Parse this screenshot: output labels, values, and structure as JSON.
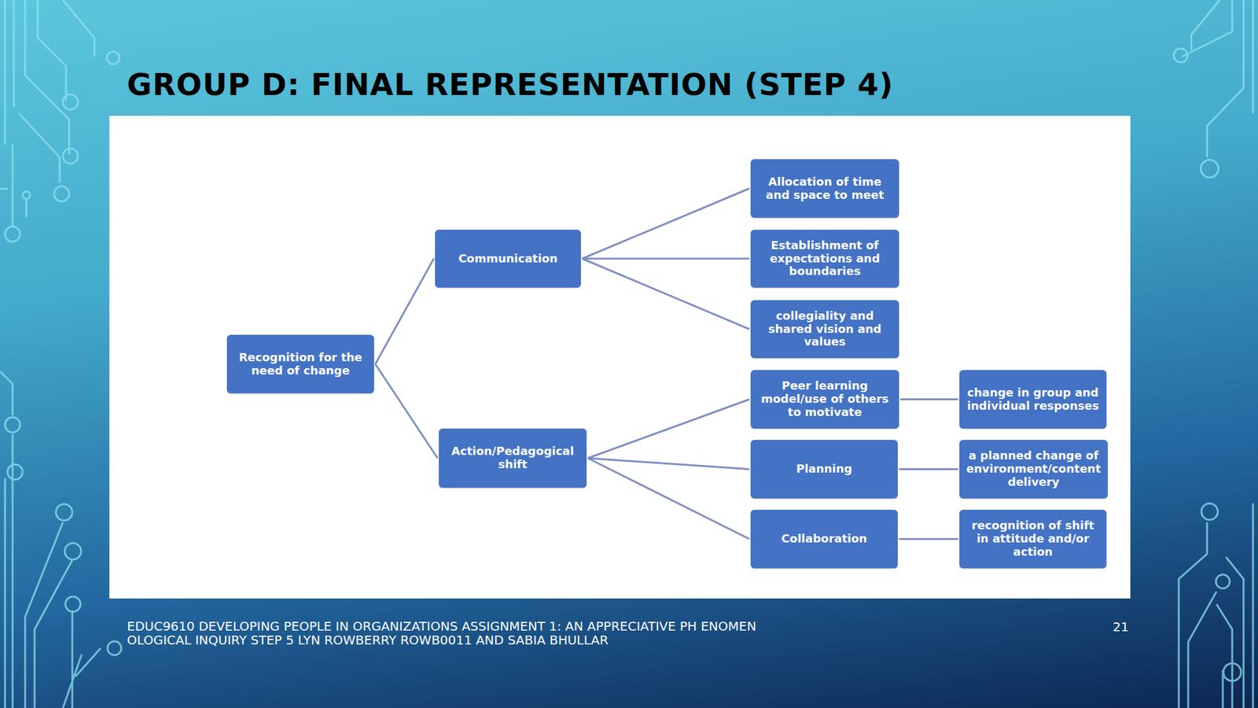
{
  "diagram": {
    "title": "GROUP D: FINAL REPRESENTATION (STEP 4)",
    "nodes": [
      {
        "text": [
          "Recognition for the need of change"
        ]
      },
      {
        "text": [
          "Communication"
        ]
      },
      {
        "text": [
          "Action/Pedagogical shift"
        ]
      },
      {
        "text": [
          "Allocation of time and space to meet"
        ]
      },
      {
        "text": [
          "Establishment of expectations and boundaries"
        ]
      },
      {
        "text": [
          "collegiality and shared vision and values"
        ]
      },
      {
        "text": [
          "Peer learning model/use of others to motivate"
        ]
      },
      {
        "text": [
          "Planning"
        ]
      },
      {
        "text": [
          "Collaboration"
        ]
      },
      {
        "text": [
          "change in group and individual responses"
        ]
      },
      {
        "text": [
          "a planned change of environment/content delivery"
        ]
      },
      {
        "text": [
          "recognition of shift in attitude and/or action"
        ]
      }
    ],
    "edges": [
      {
        "from": 0,
        "to": 1,
        "arrow": "none"
      },
      {
        "from": 0,
        "to": 2,
        "arrow": "none"
      },
      {
        "from": 1,
        "to": 3,
        "arrow": "none"
      },
      {
        "from": 1,
        "to": 4,
        "arrow": "none"
      },
      {
        "from": 1,
        "to": 5,
        "arrow": "none"
      },
      {
        "from": 2,
        "to": 6,
        "arrow": "none"
      },
      {
        "from": 2,
        "to": 7,
        "arrow": "none"
      },
      {
        "from": 2,
        "to": 8,
        "arrow": "none"
      },
      {
        "from": 6,
        "to": 9,
        "arrow": "none"
      },
      {
        "from": 7,
        "to": 10,
        "arrow": "none"
      },
      {
        "from": 8,
        "to": 11,
        "arrow": "none"
      }
    ],
    "labels": [
      "EDUC9610 DEVELOPING PEOPLE IN ORGANIZATIONS ASSIGNMENT 1: AN APPRECIATIVE PH ENOMENOLOGICAL INQUIRY STEP 5 LYN ROWBERRY ROWB0011 AND SABIA BHULLAR",
      "21"
    ]
  }
}
